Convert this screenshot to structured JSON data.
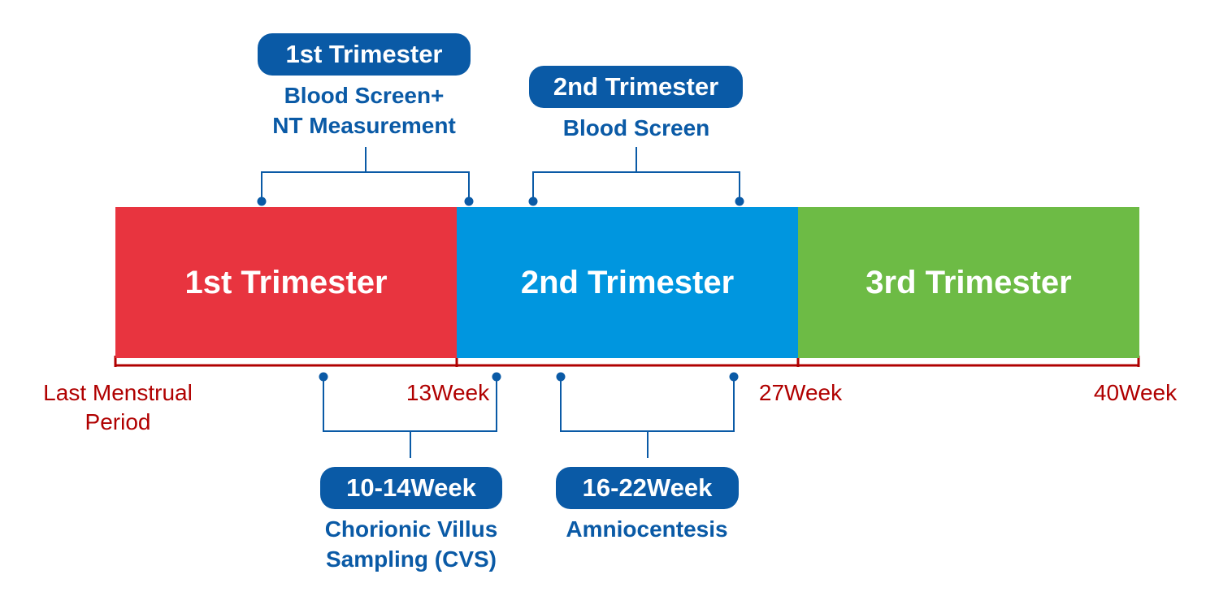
{
  "colors": {
    "first": "#E8343F",
    "second": "#0096DF",
    "third": "#6DBB45",
    "pill": "#0A5AA6",
    "annotation_text": "#0A5AA6",
    "axis": "#B00000"
  },
  "segments": [
    {
      "label": "1st Trimester"
    },
    {
      "label": "2nd Trimester"
    },
    {
      "label": "3rd Trimester"
    }
  ],
  "top_annotations": [
    {
      "pill": "1st Trimester",
      "lines": [
        "Blood Screen+",
        "NT Measurement"
      ]
    },
    {
      "pill": "2nd Trimester",
      "lines": [
        "Blood Screen"
      ]
    }
  ],
  "bottom_annotations": [
    {
      "pill": "10-14Week",
      "lines": [
        "Chorionic Villus",
        "Sampling (CVS)"
      ]
    },
    {
      "pill": "16-22Week",
      "lines": [
        "Amniocentesis"
      ]
    }
  ],
  "week_labels": [
    {
      "lines": [
        "Last Menstrual",
        "Period"
      ]
    },
    {
      "lines": [
        "13Week"
      ]
    },
    {
      "lines": [
        "27Week"
      ]
    },
    {
      "lines": [
        "40Week"
      ]
    }
  ]
}
